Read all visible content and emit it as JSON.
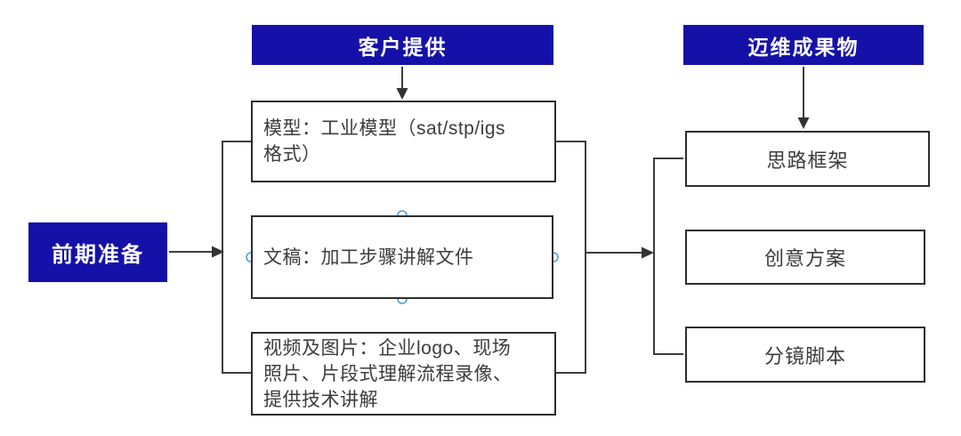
{
  "diagram": {
    "prep_node": {
      "label": "前期准备"
    },
    "client_group": {
      "header": "客户提供",
      "items": [
        "模型：工业模型（sat/stp/igs\n格式）",
        "文稿：加工步骤讲解文件",
        "视频及图片：企业logo、现场\n照片、片段式理解流程录像、\n提供技术讲解"
      ]
    },
    "deliverable_group": {
      "header": "迈维成果物",
      "items": [
        "思路框架",
        "创意方案",
        "分镜脚本"
      ]
    },
    "colors": {
      "header_bg": "#1511A8",
      "header_text": "#FFFFFF",
      "box_border": "#2D2D2D",
      "box_text": "#3C3C3C",
      "connector": "#3D3D3D",
      "selection_handle": "#4DA3D4",
      "canvas_bg": "#FFFFFF"
    }
  }
}
